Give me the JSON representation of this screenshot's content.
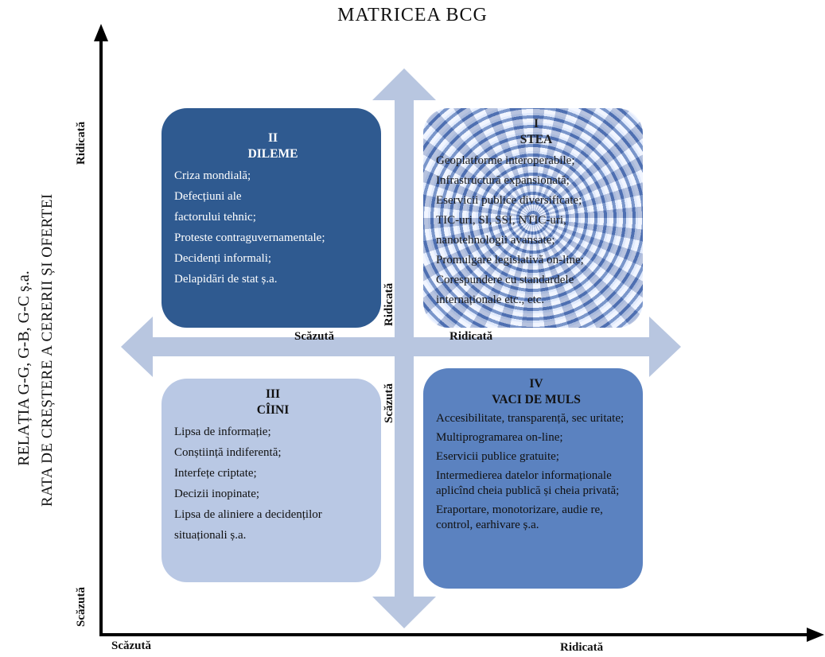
{
  "title": "MATRICEA BCG",
  "y_axis": {
    "outer_label": "RELAȚIA G-G, G-B, G-C ș.a.",
    "inner_label": "RATA DE CREȘTERE A CERERII ȘI OFERTEI",
    "high_label": "Ridicată",
    "low_label": "Scăzută"
  },
  "x_axis": {
    "low_label": "Scăzută",
    "high_label": "Ridicată"
  },
  "center_arrows": {
    "left_label": "Scăzută",
    "right_label": "Ridicată",
    "up_label": "Ridicată",
    "down_label": "Scăzută"
  },
  "quadrants": {
    "dileme": {
      "number": "II",
      "name": "DILEME",
      "items": [
        "Criza mondială;",
        "Defecțiuni ale",
        "factorului tehnic;",
        "Proteste contraguvernamentale;",
        "Decidenți informali;",
        "Delapidări de stat  ș.a."
      ]
    },
    "stea": {
      "number": "I",
      "name": "STEA",
      "items": [
        "Geoplatforme interoperabile;",
        "Infrastructură expansionată;",
        "Eservicii publice diversificate;",
        "TIC-uri, SI, SSI, NTIC-uri,",
        "nanotehnologii avansate;",
        "Promulgare legislativă on-line;",
        "Corespundere cu  standardele",
        "internaționale etc., etc."
      ]
    },
    "caini": {
      "number": "III",
      "name": "CÎINI",
      "items": [
        "Lipsa de informație;",
        "Conștiință indiferentă;",
        "Interfețe criptate;",
        "Decizii inopinate;",
        "Lipsa de aliniere a decidenților",
        "situaționali ș.a."
      ]
    },
    "vaci": {
      "number": "IV",
      "name": "VACI DE MULS",
      "items": [
        "Accesibilitate, transparență, sec uritate;",
        "Multiprogramarea on-line;",
        "Eservicii publice gratuite;",
        "Intermedierea datelor informaționale aplicînd cheia publică și  cheia privată;",
        "Eraportare, monotorizare,  audie re, control, earhivare ș.a."
      ]
    }
  },
  "colors": {
    "dileme_fill": "#2f5a90",
    "caini_fill": "#b9c8e4",
    "vaci_fill": "#5b82c0",
    "arrow_fill": "#b8c6e0",
    "axis": "#000000"
  }
}
